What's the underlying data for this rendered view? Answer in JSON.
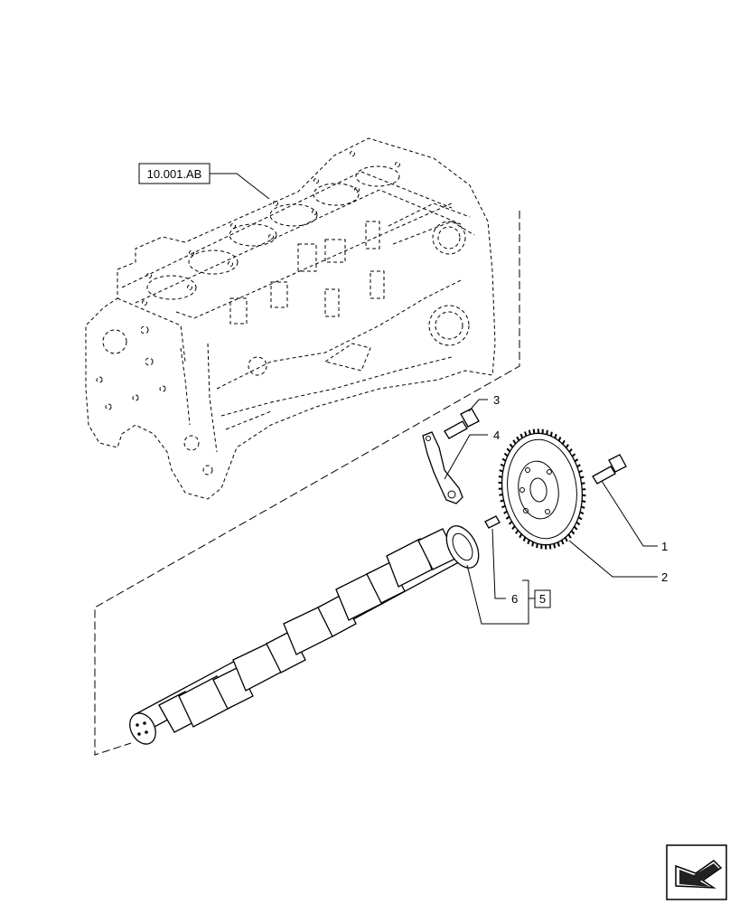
{
  "reference_label": "10.001.AB",
  "callouts": {
    "c1": "1",
    "c2": "2",
    "c3": "3",
    "c4": "4",
    "c5": "5",
    "c6": "6"
  },
  "icons": {
    "nav": "next-page-arrow-icon"
  }
}
